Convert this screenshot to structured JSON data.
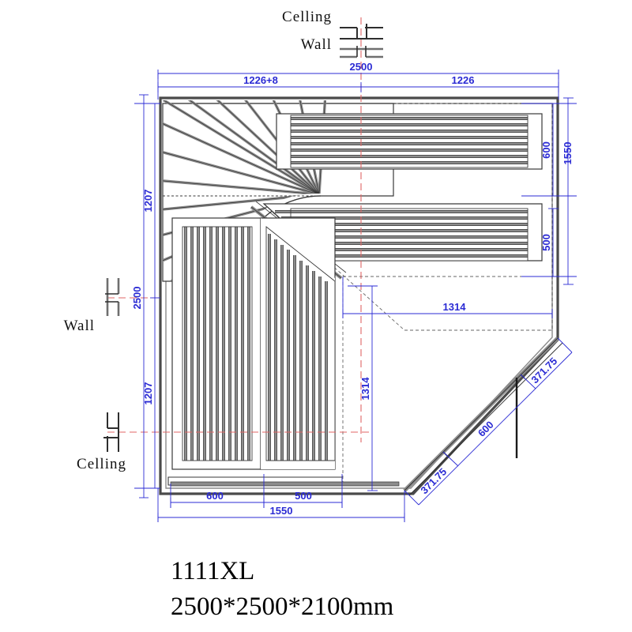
{
  "drawing": {
    "title_model": "1111XL",
    "title_size": "2500*2500*2100mm",
    "labels": {
      "ceiling_top": "Celling",
      "wall_top": "Wall",
      "wall_left": "Wall",
      "ceiling_left": "Celling"
    },
    "dimensions": {
      "top_overall": "2500",
      "top_left_segment": "1226+8",
      "top_right_segment": "1226",
      "left_overall": "2500",
      "left_upper_segment": "1207",
      "left_lower_segment": "1207",
      "right_overall": "1550",
      "right_upper_segment": "600",
      "right_lower_segment": "500",
      "bottom_overall": "1550",
      "bottom_left_segment": "600",
      "bottom_right_segment": "500",
      "inner_horizontal": "1314",
      "inner_vertical": "1314",
      "diagonal_upper": "371.75",
      "diagonal_middle": "600",
      "diagonal_lower": "371.75"
    },
    "colors": {
      "dimension": "#2b2bd4",
      "centerline": "#e06666",
      "outline": "#222222",
      "slat": "#7d7d7d",
      "frame": "#5a5a5a"
    }
  }
}
